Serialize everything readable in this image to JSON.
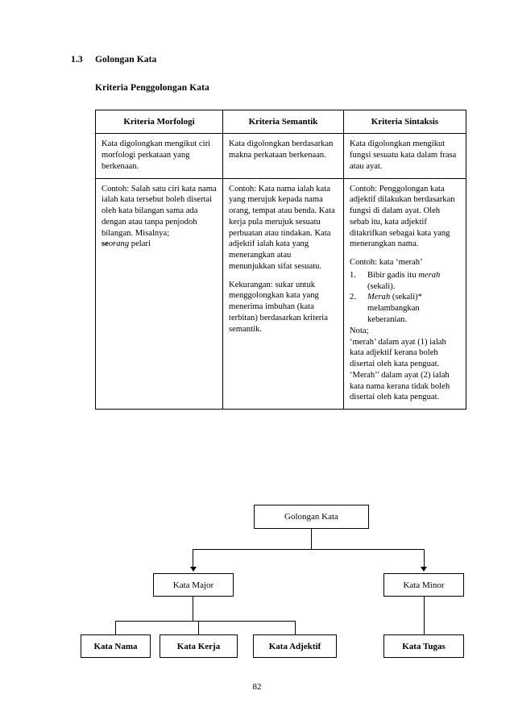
{
  "document": {
    "section_number": "1.3",
    "section_title": "Golongan Kata",
    "subheading": "Kriteria Penggolongan Kata",
    "page_number": "82"
  },
  "table": {
    "headers": [
      "Kriteria Morfologi",
      "Kriteria Semantik",
      "Kriteria Sintaksis"
    ],
    "row1": [
      "Kata digolongkan mengikut ciri morfologi perkataan yang berkenaan.",
      "Kata digolongkan berdasarkan makna perkataan berkenaan.",
      "Kata digolongkan mengikut fungsi sesuatu kata dalam frasa atau ayat."
    ],
    "row2": {
      "morfologi": {
        "text_before": "Contoh: Salah satu ciri kata nama ialah kata tersebut boleh disertai oleh kata bilangan sama ada dengan atau tanpa penjodoh bilangan. Misalnya;",
        "example_bold": "se",
        "example_italic": "orang",
        "example_plain": " pelari"
      },
      "semantik": {
        "paragraph1": "Contoh: Kata nama ialah kata yang merujuk kepada nama orang, tempat atau benda. Kata kerja pula merujuk sesuatu perbuatan atau tindakan. Kata adjektif ialah kata yang menerangkan atau menunjukkan sifat sesuatu.",
        "paragraph2": "Kekurangan: sukar untuk menggolongkan kata yang menerima imbuhan (kata terbitan) berdasarkan kriteria semantik."
      },
      "sintaksis": {
        "paragraph1": "Contoh: Penggolongan kata adjektif dilakukan berdasarkan fungsi di dalam ayat. Oleh sebab itu, kata adjektif ditakrifkan sebagai kata yang menerangkan nama.",
        "paragraph2": "Contoh: kata ‘merah’",
        "list": [
          {
            "number": "1.",
            "pre": "Bibir gadis itu ",
            "italic": "merah",
            "post": " (sekali)."
          },
          {
            "number": "2.",
            "pre": "",
            "italic": "Merah",
            "post": " (sekali)* melambangkan keberanian."
          }
        ],
        "nota_label": "Nota;",
        "nota_lines": [
          "‘merah’ dalam ayat (1) ialah kata adjektif kerana boleh disertai oleh kata penguat.",
          "‘Merah’’ dalam ayat (2) ialah kata nama kerana tidak boleh disertai oleh kata penguat."
        ]
      }
    }
  },
  "flowchart": {
    "type": "tree-diagram",
    "root": "Golongan Kata",
    "level2": [
      "Kata Major",
      "Kata Minor"
    ],
    "level3_major": [
      "Kata Nama",
      "Kata Kerja",
      "Kata Adjektif"
    ],
    "level3_minor": [
      "Kata Tugas"
    ]
  }
}
